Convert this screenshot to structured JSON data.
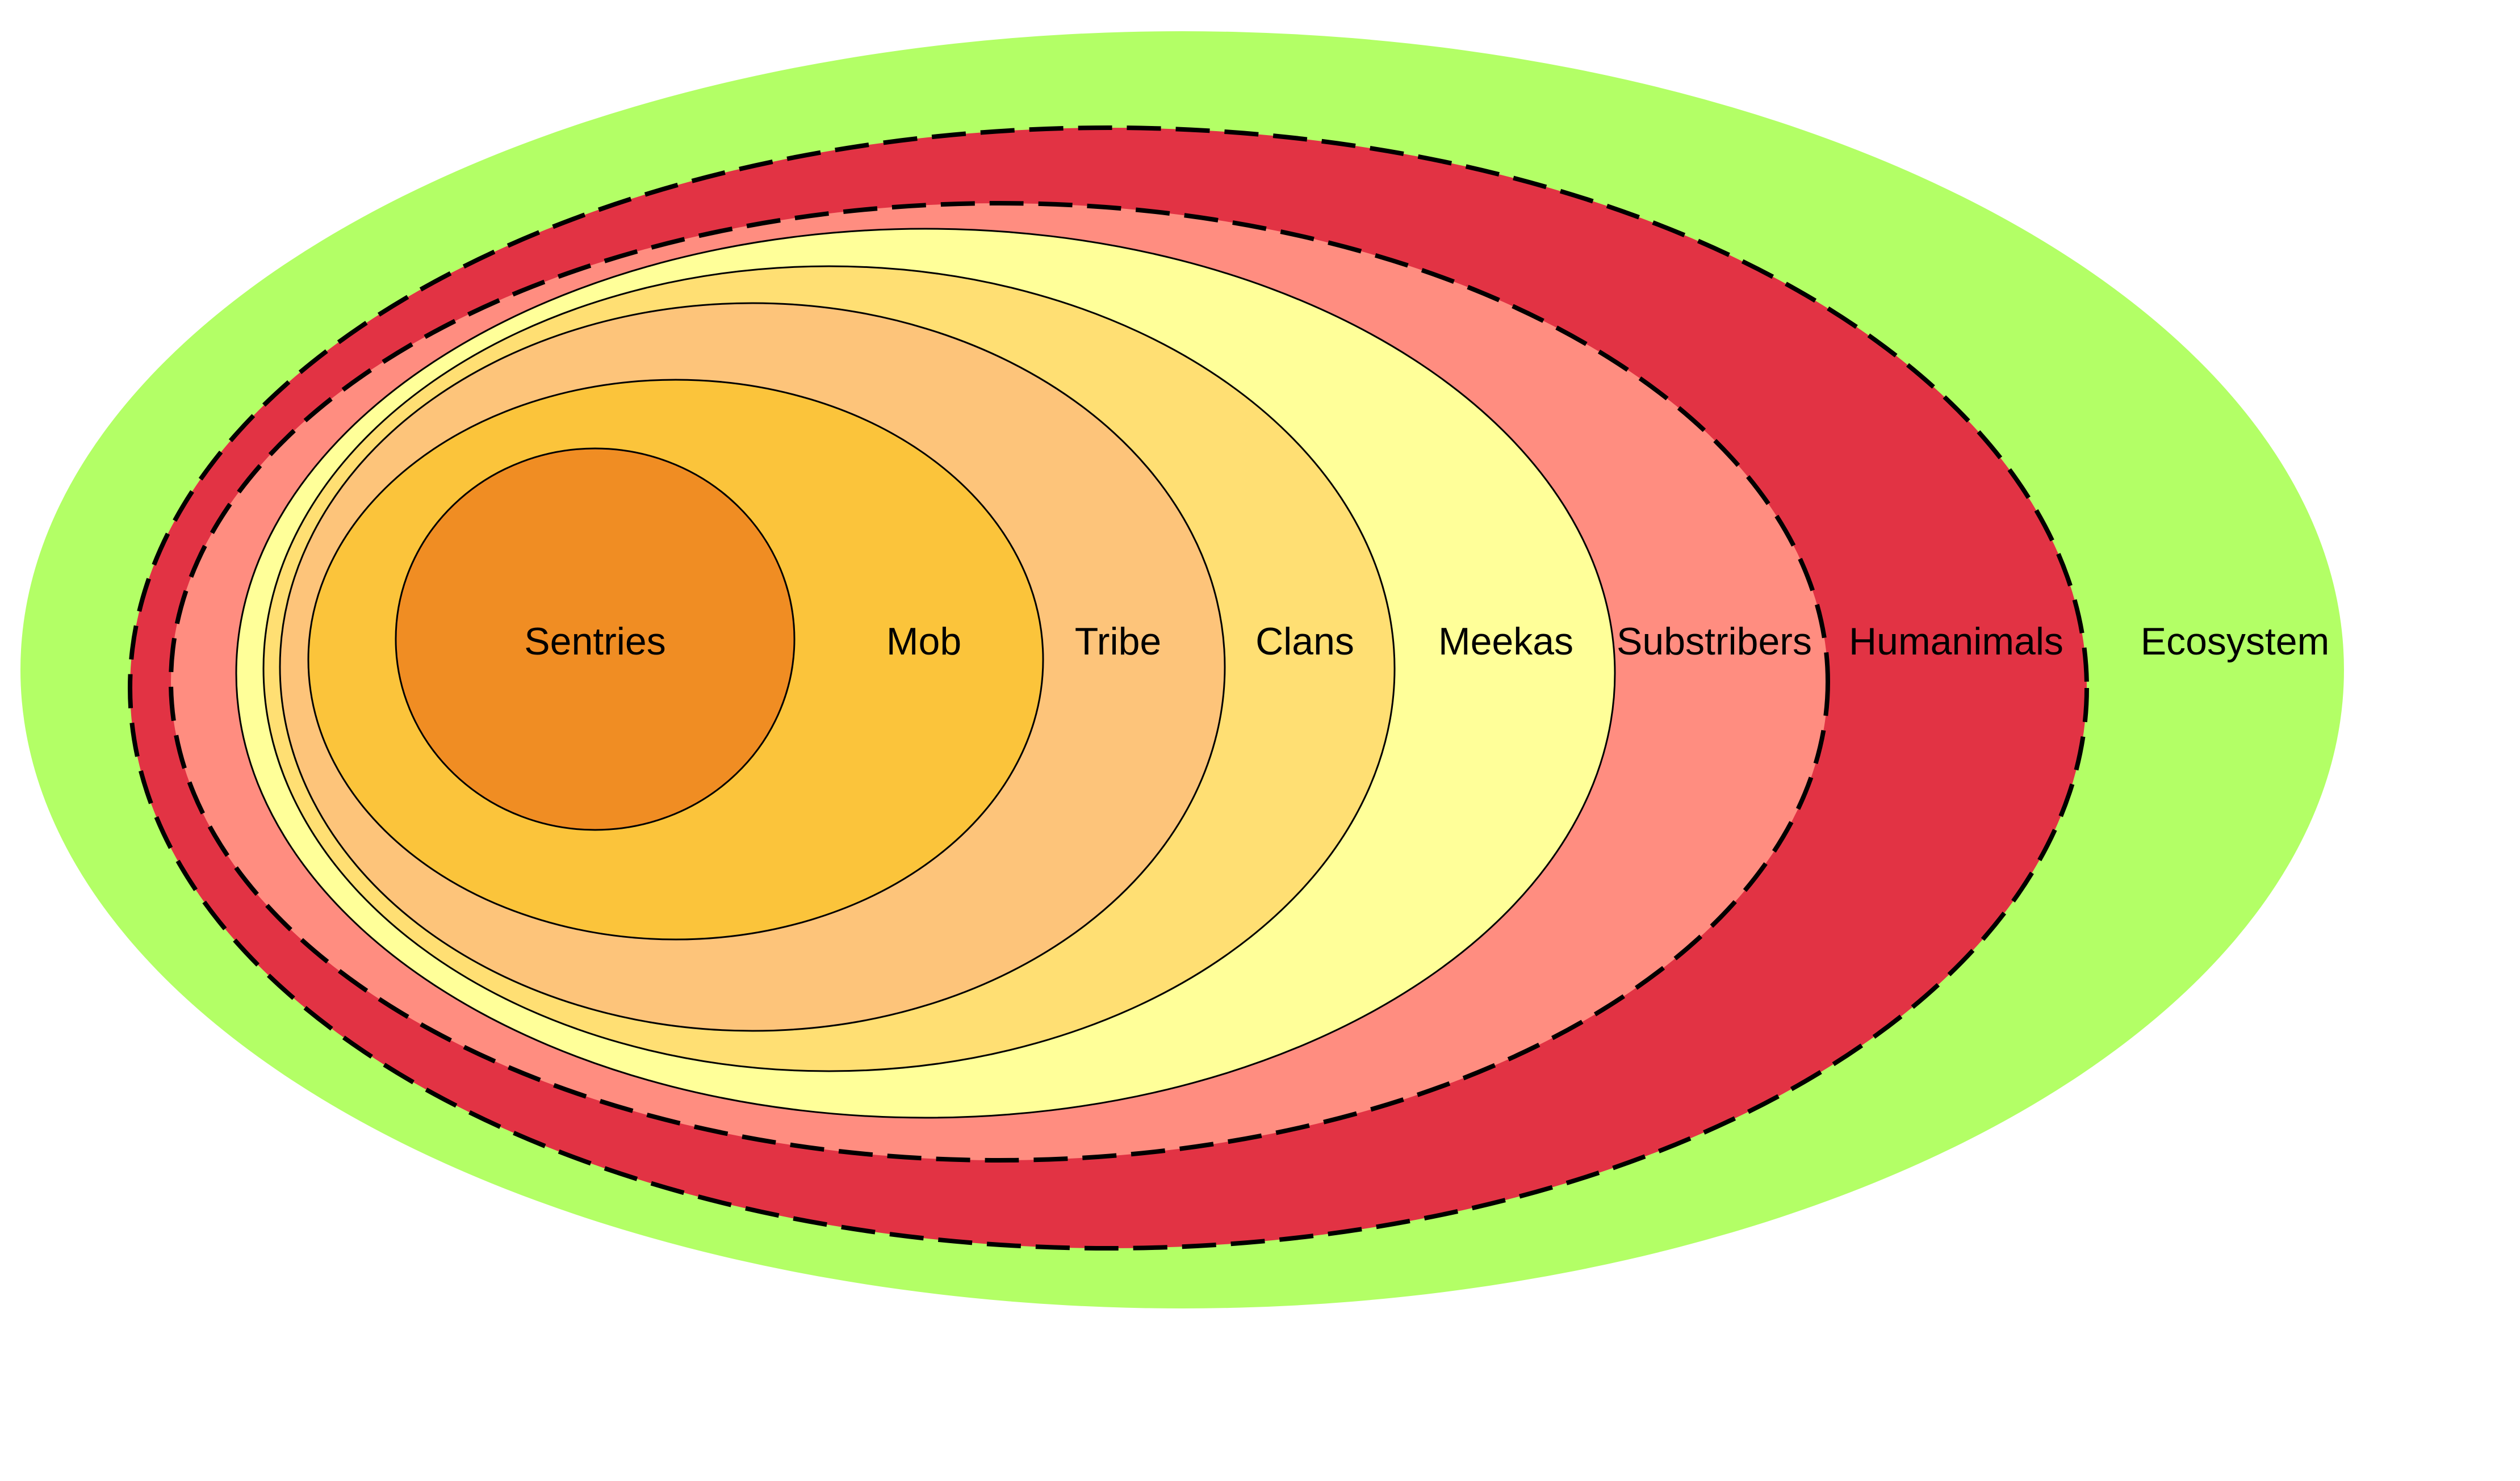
{
  "diagram": {
    "layers": [
      {
        "id": "ecosystem",
        "label": "Ecosystem",
        "color": "#b3ff66",
        "outline": "none"
      },
      {
        "id": "humanimals",
        "label": "Humanimals",
        "color": "#e23344",
        "outline": "dashed"
      },
      {
        "id": "substribers",
        "label": "Substribers",
        "color": "#ff8d80",
        "outline": "dashed"
      },
      {
        "id": "meekas",
        "label": "Meekas",
        "color": "#ffff99",
        "outline": "solid"
      },
      {
        "id": "clans",
        "label": "Clans",
        "color": "#ffdf73",
        "outline": "solid"
      },
      {
        "id": "tribe",
        "label": "Tribe",
        "color": "#fdc47a",
        "outline": "solid"
      },
      {
        "id": "mob",
        "label": "Mob",
        "color": "#fbc43b",
        "outline": "solid"
      },
      {
        "id": "sentries",
        "label": "Sentries",
        "color": "#f08d23",
        "outline": "solid"
      }
    ]
  }
}
